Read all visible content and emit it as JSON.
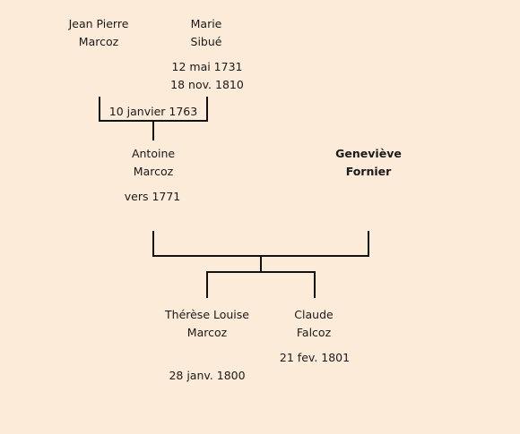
{
  "parents": {
    "father": {
      "first": "Jean Pierre",
      "last": "Marcoz"
    },
    "mother": {
      "first": "Marie",
      "last": "Sibué",
      "birth": "12 mai 1731",
      "death": "18 nov. 1810"
    },
    "marriage_date": "10 janvier 1763"
  },
  "subject": {
    "first": "Antoine",
    "last": "Marcoz",
    "birth": "vers 1771"
  },
  "spouse": {
    "first": "Geneviève",
    "last": "Fornier"
  },
  "children": [
    {
      "first": "Thérèse Louise",
      "last": "Marcoz",
      "date": "28 janv. 1800"
    },
    {
      "first": "Claude",
      "last": "Falcoz",
      "date": "21 fev. 1801"
    }
  ]
}
